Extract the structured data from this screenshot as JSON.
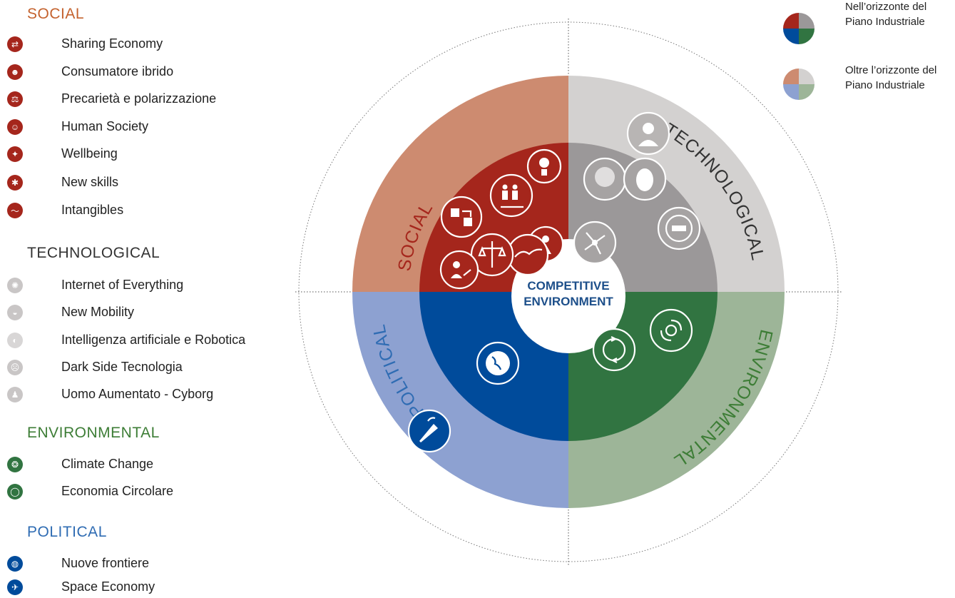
{
  "colors": {
    "social_dark": "#a5261c",
    "social_light": "#cd8b70",
    "tech_dark": "#9b9899",
    "tech_light": "#d3d1d0",
    "env_dark": "#317441",
    "env_light": "#9db598",
    "pol_dark": "#004b9b",
    "pol_light": "#8da1d1",
    "social_title": "#c4622e",
    "tech_title": "#333333",
    "env_title": "#3d7d36",
    "pol_title": "#2f6cb3"
  },
  "legend": {
    "social": {
      "title": "SOCIAL",
      "items": [
        {
          "label": "Sharing Economy",
          "icon": "sharing-icon"
        },
        {
          "label": "Consumatore ibrido",
          "icon": "consumer-icon"
        },
        {
          "label": "Precarietà e polarizzazione",
          "icon": "scales-icon"
        },
        {
          "label": "Human Society",
          "icon": "society-icon"
        },
        {
          "label": "Wellbeing",
          "icon": "family-icon"
        },
        {
          "label": "New skills",
          "icon": "lightbulb-icon"
        },
        {
          "label": "Intangibles",
          "icon": "bird-icon"
        }
      ]
    },
    "technological": {
      "title": "TECHNOLOGICAL",
      "items": [
        {
          "label": "Internet of Everything",
          "icon": "network-icon"
        },
        {
          "label": "New Mobility",
          "icon": "car-icon"
        },
        {
          "label": "Intelligenza artificiale e Robotica",
          "icon": "ai-head-icon"
        },
        {
          "label": "Dark Side Tecnologia",
          "icon": "mask-icon"
        },
        {
          "label": "Uomo Aumentato - Cyborg",
          "icon": "cyborg-icon"
        }
      ]
    },
    "environmental": {
      "title": "ENVIRONMENTAL",
      "items": [
        {
          "label": "Climate Change",
          "icon": "hurricane-icon"
        },
        {
          "label": "Economia Circolare",
          "icon": "recycle-icon"
        }
      ]
    },
    "political": {
      "title": "POLITICAL",
      "items": [
        {
          "label": "Nuove frontiere",
          "icon": "globe-icon"
        },
        {
          "label": "Space Economy",
          "icon": "shuttle-icon"
        }
      ]
    }
  },
  "key": {
    "inner_label_1": "Nell’orizzonte del",
    "inner_label_2": "Piano Industriale",
    "outer_label_1": "Oltre l’orizzonte del",
    "outer_label_2": "Piano Industriale"
  },
  "diagram": {
    "center_line_1": "COMPETITIVE",
    "center_line_2": "ENVIRONMENT",
    "social": "SOCIAL",
    "technological": "TECHNOLOGICAL",
    "environmental": "ENVIRONMENTAL",
    "political": "POLITICAL"
  }
}
